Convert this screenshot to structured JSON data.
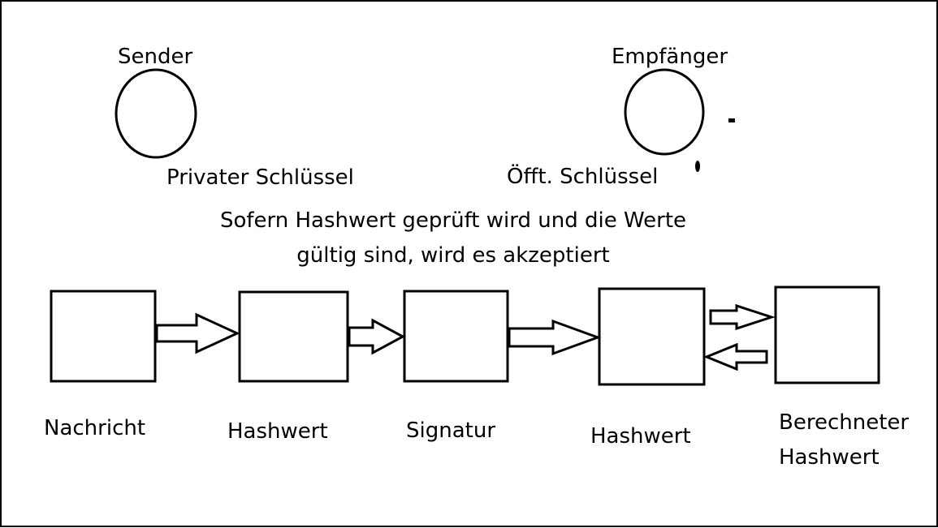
{
  "colors": {
    "stroke": "#000000",
    "background": "#ffffff"
  },
  "actors": {
    "sender": {
      "name": "Sender",
      "key": "Privater Schlüssel"
    },
    "receiver": {
      "name": "Empfänger",
      "key": "Öfft. Schlüssel"
    }
  },
  "note": {
    "line1": "Sofern Hashwert geprüft wird und die Werte",
    "line2": "gültig sind, wird es akzeptiert"
  },
  "steps": {
    "s1": "Nachricht",
    "s2": "Hashwert",
    "s3": "Signatur",
    "s4": "Hashwert",
    "s5_line1": "Berechneter",
    "s5_line2": "Hashwert"
  }
}
